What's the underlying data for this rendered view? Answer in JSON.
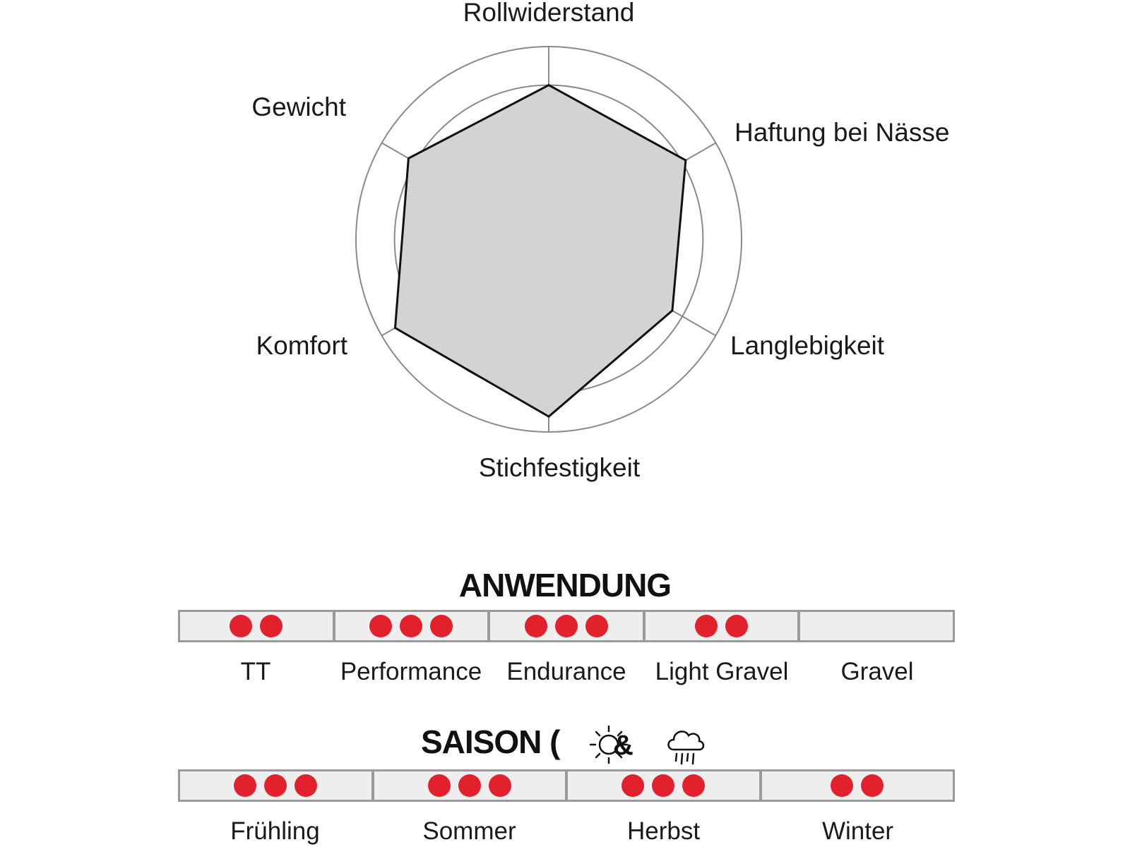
{
  "chart_data": {
    "type": "radar",
    "axes": [
      "Rollwiderstand",
      "Haftung bei Nässe",
      "Langlebigkeit",
      "Stichfestigkeit",
      "Komfort",
      "Gewicht"
    ],
    "values": [
      4,
      4.1,
      3.7,
      4.6,
      4.6,
      4.2
    ],
    "rmax": 5,
    "rings": [
      1,
      2,
      3,
      4,
      5
    ]
  },
  "usage": {
    "title": "ANWENDUNG",
    "categories": [
      {
        "label": "TT",
        "dots": 2
      },
      {
        "label": "Performance",
        "dots": 3
      },
      {
        "label": "Endurance",
        "dots": 3
      },
      {
        "label": "Light Gravel",
        "dots": 2
      },
      {
        "label": "Gravel",
        "dots": 0
      }
    ]
  },
  "season": {
    "title": "SAISON (",
    "icons": [
      "sun-icon",
      "ampersand",
      "rain-cloud-icon"
    ],
    "ampersand": "&",
    "categories": [
      {
        "label": "Frühling",
        "dots": 3
      },
      {
        "label": "Sommer",
        "dots": 3
      },
      {
        "label": "Herbst",
        "dots": 3
      },
      {
        "label": "Winter",
        "dots": 2
      }
    ]
  },
  "colors": {
    "dot": "#e3212d",
    "fill": "#d3d3d3",
    "grid": "#8a8a8a",
    "bar_bg": "#eeeeee",
    "bar_border": "#9a9a9a"
  }
}
